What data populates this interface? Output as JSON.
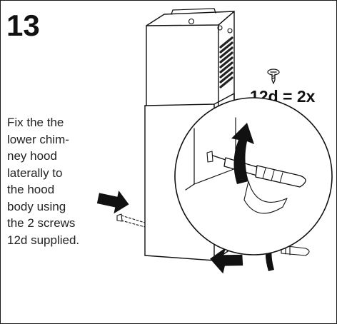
{
  "step": {
    "number": "13"
  },
  "instruction": {
    "text": "Fix the the\nlower chim-\nney hood\nlaterally to\nthe hood\nbody using\nthe 2 screws\n12d supplied."
  },
  "screw": {
    "label": "12d = 2x"
  }
}
